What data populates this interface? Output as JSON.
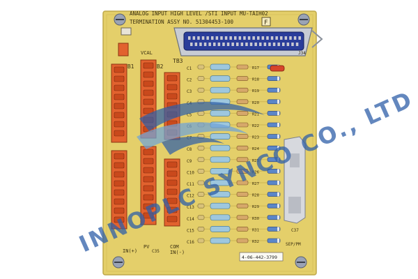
{
  "board": {
    "title_line1": "ANALOG INPUT HIGH LEVEL /STI INPUT MU-TAIH02",
    "title_line2": "TERMINATION ASSY NO. 51304453-100",
    "rev": "F",
    "part_number": "4-06-442-3799",
    "connector_label": "J34",
    "vcal_label": "VCAL",
    "tb_labels": [
      "TB1",
      "TB2",
      "TB3"
    ],
    "left_markers": [
      "C1",
      "C2",
      "C3",
      "C4",
      "C5",
      "C6",
      "C7",
      "C8",
      "C9",
      "C10",
      "C11",
      "C12",
      "C13",
      "C14",
      "C15",
      "C16"
    ],
    "right_markers": [
      "R17",
      "R18",
      "R19",
      "R20",
      "R21",
      "R22",
      "R23",
      "R24",
      "R25",
      "R26",
      "R27",
      "R28",
      "R29",
      "R30",
      "R31",
      "R32"
    ],
    "bottom_left": "IN(+)",
    "bottom_mid": "PV",
    "bottom_c35": "C35",
    "bottom_com": "COM",
    "bottom_com2": "IN(-)",
    "c37_label": "C37",
    "sep_label": "SEP/PM"
  },
  "watermark": {
    "text": "INNOPLC SYNCO CO., LTD"
  },
  "colors": {
    "board": "#e4cf6a",
    "terminal_orange": "#e2622e",
    "connector_blue": "#2a3d9a",
    "watermark_blue": "#2f5fa8"
  }
}
